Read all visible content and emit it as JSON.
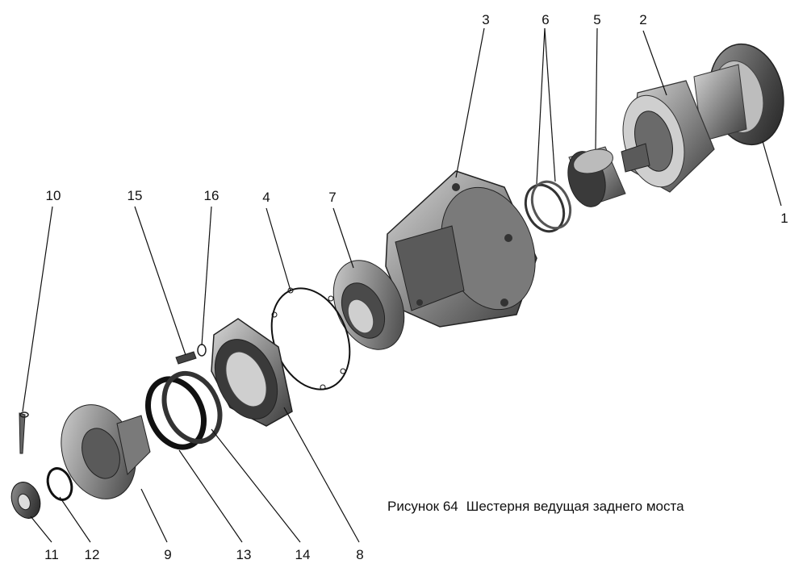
{
  "caption": {
    "figure": "Рисунок 64",
    "title": "Шестерня ведущая заднего моста"
  },
  "callouts": [
    {
      "id": "1",
      "part": "pinion-gear"
    },
    {
      "id": "2",
      "part": "inner-roller-bearing"
    },
    {
      "id": "3",
      "part": "bearing-housing"
    },
    {
      "id": "4",
      "part": "gasket"
    },
    {
      "id": "5",
      "part": "spacer-sleeve"
    },
    {
      "id": "6",
      "part": "shim-rings"
    },
    {
      "id": "7",
      "part": "tapered-roller-bearing"
    },
    {
      "id": "8",
      "part": "bearing-cover"
    },
    {
      "id": "9",
      "part": "drive-flange"
    },
    {
      "id": "10",
      "part": "cotter-pin"
    },
    {
      "id": "11",
      "part": "castle-nut"
    },
    {
      "id": "12",
      "part": "washer"
    },
    {
      "id": "13",
      "part": "oil-seal-outer"
    },
    {
      "id": "14",
      "part": "oil-seal-inner"
    },
    {
      "id": "15",
      "part": "bolt"
    },
    {
      "id": "16",
      "part": "retaining-ring"
    }
  ]
}
